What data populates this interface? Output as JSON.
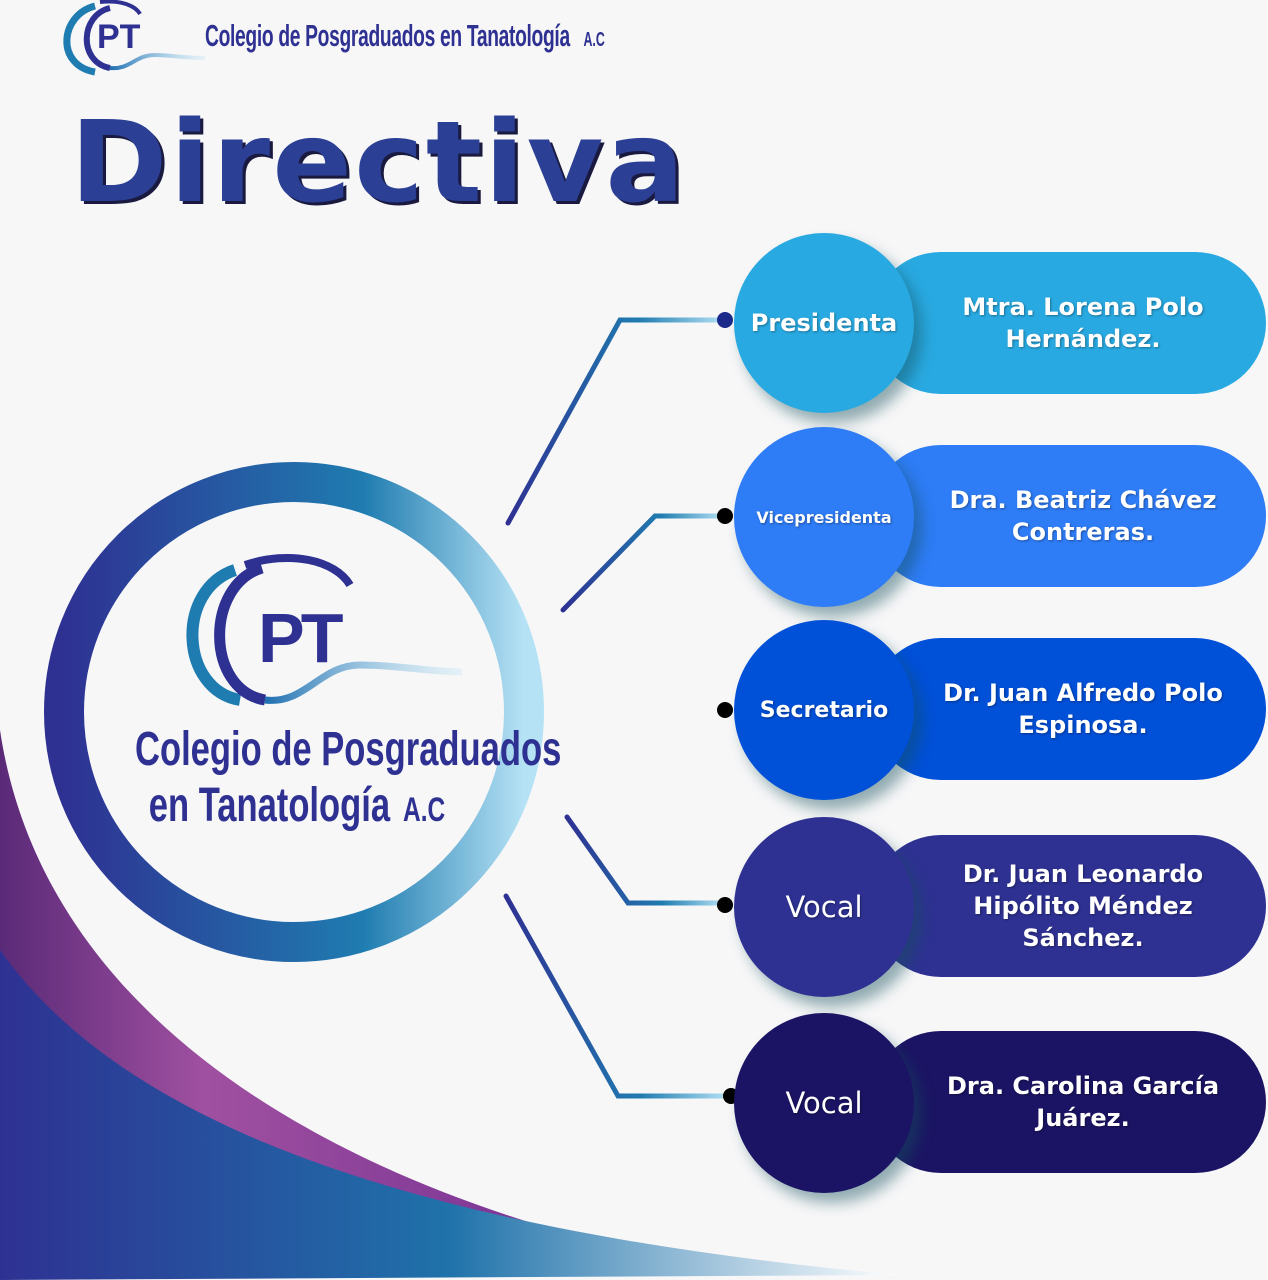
{
  "header": {
    "org_name": "Colegio de Posgraduados en Tanatología",
    "org_suffix": "A.C",
    "logo_initials": "PT"
  },
  "title": "Directiva",
  "center_logo": {
    "initials": "PT",
    "line1": "Colegio de Posgraduados",
    "line2": "en Tanatología",
    "suffix": "A.C"
  },
  "members": [
    {
      "role": "Presidenta",
      "name": "Mtra. Lorena Polo Hernández.",
      "color": "#29a9e1"
    },
    {
      "role": "Vicepresidenta",
      "name": "Dra. Beatriz Chávez Contreras.",
      "color": "#2e7cf6"
    },
    {
      "role": "Secretario",
      "name": "Dr. Juan Alfredo Polo Espinosa.",
      "color": "#0050d8"
    },
    {
      "role": "Vocal",
      "name": "Dr. Juan Leonardo Hipólito Méndez Sánchez.",
      "color": "#2e3192"
    },
    {
      "role": "Vocal",
      "name": "Dra. Carolina García Juárez.",
      "color": "#1b1464"
    }
  ]
}
